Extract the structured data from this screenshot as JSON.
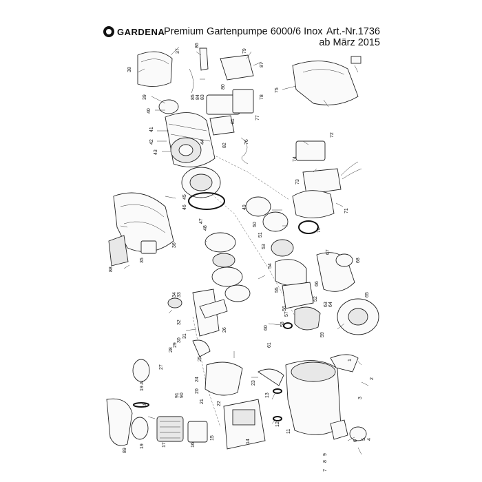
{
  "header": {
    "brand": "GARDENA",
    "title": "Premium Gartenpumpe 6000/6 Inox",
    "art_nr": "Art.-Nr.1736",
    "date": "ab März 2015"
  },
  "callouts": [
    "1",
    "2",
    "3",
    "4",
    "5",
    "6",
    "7",
    "8",
    "9",
    "11",
    "12",
    "13",
    "14",
    "15",
    "16",
    "17",
    "18",
    "19",
    "19 A",
    "20",
    "21",
    "22",
    "23",
    "24",
    "25",
    "26",
    "27",
    "28",
    "29",
    "30",
    "31",
    "32",
    "33",
    "34",
    "35",
    "36",
    "37",
    "38",
    "39",
    "40",
    "41",
    "42",
    "43",
    "44",
    "45",
    "46",
    "47",
    "48",
    "49",
    "50",
    "51",
    "52",
    "53",
    "54",
    "55",
    "56",
    "57",
    "58",
    "59",
    "60",
    "61",
    "63",
    "64",
    "65",
    "66",
    "67",
    "68",
    "70",
    "71",
    "72",
    "73",
    "74",
    "75",
    "76",
    "77",
    "78",
    "79",
    "80",
    "81",
    "82",
    "83",
    "84",
    "85",
    "86",
    "87",
    "88",
    "89",
    "90",
    "91"
  ]
}
